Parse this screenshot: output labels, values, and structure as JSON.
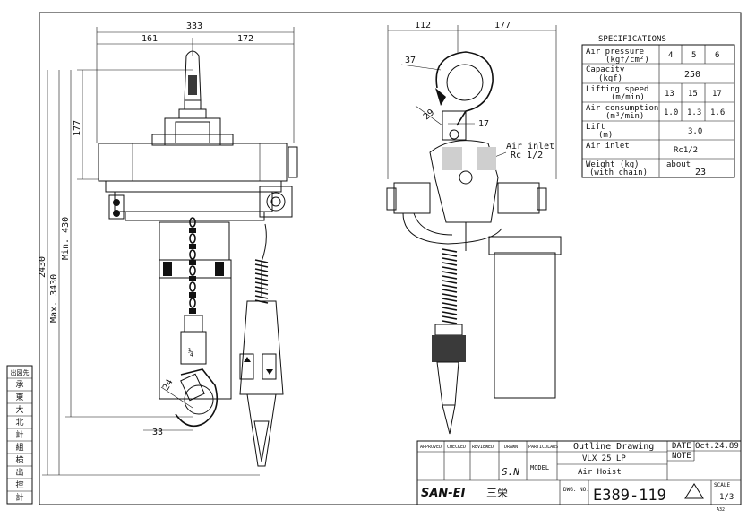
{
  "dims_front": {
    "overall_width": "333",
    "left_width": "161",
    "right_width": "172",
    "hook_to_body": "177",
    "total_height": "2430",
    "min": "Min. 430",
    "max": "Max. 3430",
    "hook_radius": "24",
    "hook_width": "33"
  },
  "dims_side": {
    "w1": "112",
    "w2": "177",
    "hook_37": "37",
    "hook_29": "29",
    "hook_17": "17",
    "air_inlet": "Air inlet",
    "air_inlet_size": "Rc 1/2"
  },
  "spec": {
    "title": "SPECIFICATIONS",
    "rows": [
      {
        "label": "Air pressure",
        "unit": "(kgf/cm²)",
        "values": [
          "4",
          "5",
          "6"
        ]
      },
      {
        "label": "Capacity",
        "unit": "(kgf)",
        "values": [
          "250"
        ]
      },
      {
        "label": "Lifting speed",
        "unit": "(m/min)",
        "values": [
          "13",
          "15",
          "17"
        ]
      },
      {
        "label": "Air consumption",
        "unit": "(m³/min)",
        "values": [
          "1.0",
          "1.3",
          "1.6"
        ]
      },
      {
        "label": "Lift",
        "unit": "(m)",
        "values": [
          "3.0"
        ]
      },
      {
        "label": "Air inlet",
        "unit": "",
        "values": [
          "Rc1/2"
        ]
      },
      {
        "label": "Weight (kg)",
        "unit": "(with chain)",
        "values": [
          "about",
          "23"
        ]
      }
    ]
  },
  "left_col": [
    "出図先",
    "承",
    "東",
    "大",
    "北",
    "計",
    "組",
    "検",
    "出",
    "控",
    "計"
  ],
  "title_block": {
    "approved": "APPROVED",
    "checked": "CHECKED",
    "reviewed": "REVIEWED",
    "drawn": "DRAWN",
    "particulars": "PARTICULARS",
    "model_label": "MODEL",
    "title1": "Outline Drawing",
    "title2": "VLX 25 LP",
    "title3": "Air Hoist",
    "date_label": "DATE",
    "date_value": "Oct.24.89",
    "note_label": "NOTE",
    "company": "SAN-EI",
    "company_jp": "三栄",
    "dwg_label": "DWG. NO.",
    "dwg_no": "E389-119",
    "scale_label": "SCALE",
    "scale_value": "1/3",
    "signature": "S.N",
    "ref": "A32"
  }
}
